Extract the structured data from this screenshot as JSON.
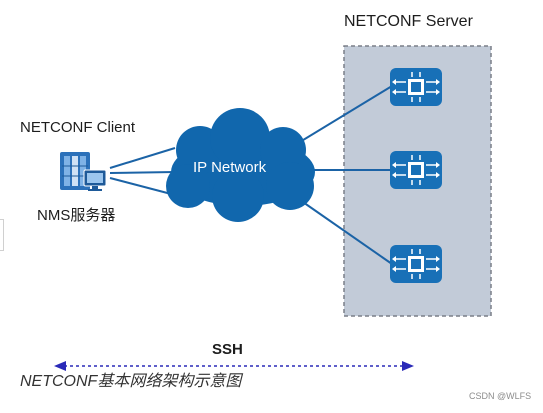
{
  "labels": {
    "server_title": "NETCONF Server",
    "client_title": "NETCONF Client",
    "client_device": "NMS服务器",
    "network": "IP Network",
    "protocol": "SSH",
    "caption": "NETCONF基本网络架构示意图",
    "watermark": "CSDN @WLFS"
  },
  "colors": {
    "server_panel": "#c2cbd8",
    "server_border": "#7a7f88",
    "cloud": "#1167ad",
    "link_line": "#1b63a6",
    "device_fill": "#1870b7",
    "ssh_arrow": "#2a2ab8"
  },
  "icons": {
    "client": "server-rack-with-monitor-icon",
    "server_device": "network-chip-device-icon"
  }
}
